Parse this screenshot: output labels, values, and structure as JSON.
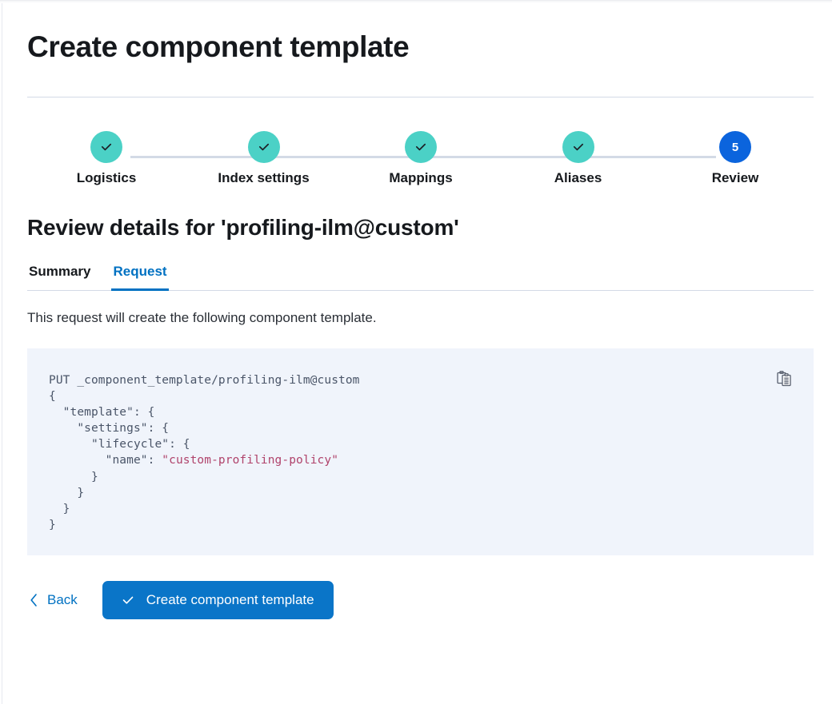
{
  "page": {
    "title": "Create component template"
  },
  "steps": [
    {
      "label": "Logistics",
      "state": "done",
      "badge": "check-icon"
    },
    {
      "label": "Index settings",
      "state": "done",
      "badge": "check-icon"
    },
    {
      "label": "Mappings",
      "state": "done",
      "badge": "check-icon"
    },
    {
      "label": "Aliases",
      "state": "done",
      "badge": "check-icon"
    },
    {
      "label": "Review",
      "state": "current",
      "badge": "5"
    }
  ],
  "review": {
    "heading": "Review details for 'profiling-ilm@custom'",
    "tabs": [
      {
        "label": "Summary",
        "active": false
      },
      {
        "label": "Request",
        "active": true
      }
    ],
    "description": "This request will create the following component template.",
    "request": {
      "method_line": "PUT _component_template/profiling-ilm@custom",
      "body_before_string": "{\n  \"template\": {\n    \"settings\": {\n      \"lifecycle\": {\n        \"name\": ",
      "string_value": "\"custom-profiling-policy\"",
      "body_after_string": "\n      }\n    }\n  }\n}"
    },
    "copy_icon": "copy-clipboard-icon"
  },
  "actions": {
    "back_label": "Back",
    "back_icon": "chevron-left-icon",
    "submit_label": "Create component template",
    "submit_icon": "check-icon"
  },
  "colors": {
    "step_done": "#4bd1c6",
    "step_current": "#0b64dd",
    "accent_link": "#0071c2",
    "primary_button": "#0a75c8",
    "code_background": "#f0f4fb",
    "code_string": "#b0436b",
    "divider": "#d3dae6"
  }
}
